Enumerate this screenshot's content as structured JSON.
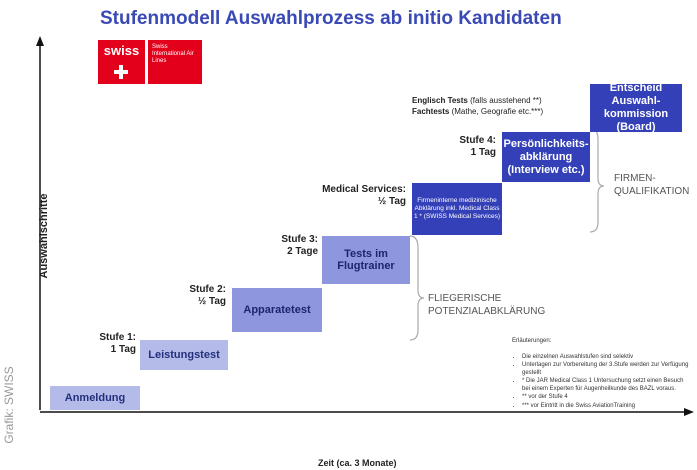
{
  "title": "Stufenmodell Auswahlprozess ab initio Kandidaten",
  "logo": {
    "word": "swiss",
    "airline_name": "Swiss International Air Lines"
  },
  "axes": {
    "y_label": "Auswahlschritte",
    "x_label": "Zeit (ca. 3 Monate)"
  },
  "credit": "Grafik: SWISS",
  "steps": [
    {
      "box": "Anmeldung"
    },
    {
      "box": "Leistungstest",
      "label": "Stufe 1:\n1 Tag"
    },
    {
      "box": "Apparatetest",
      "label": "Stufe 2:\n½ Tag"
    },
    {
      "box": "Tests im Flugtrainer",
      "label": "Stufe 3:\n2 Tage"
    },
    {
      "box": "Firmeninterne medizinische Abklärung inkl. Medical Class 1 * (SWISS Medical Services)",
      "label": "Medical Services:\n½ Tag"
    },
    {
      "box": "Persönlichkeits-abklärung (Interview etc.)",
      "label": "Stufe 4:\n1 Tag"
    },
    {
      "box": "Entscheid Auswahl-kommission (Board)"
    }
  ],
  "extra_tests": {
    "line1_bold": "Englisch Tests",
    "line1_rest": " (falls ausstehend **)",
    "line2_bold": "Fachtests",
    "line2_rest": " (Mathe, Geografie etc.***)"
  },
  "groups": {
    "firmen": "FIRMEN-\nQUALIFIKATION",
    "flieger": "FLIEGERISCHE\nPOTENZIALABKLÄRUNG"
  },
  "notes": {
    "heading": "Erläuterungen:",
    "items": [
      "Die einzelnen Auswahlstufen sind selektiv",
      "Unterlagen zur Vorbereitung der 3.Stufe werden zur Verfügung gestellt",
      "* Die JAR Medical Class 1 Untersuchung setzt einen Besuch bei einem Experten für Augenheilkunde des BAZL voraus.",
      "** vor der Stufe 4",
      "*** vor Eintritt in die Swiss AviationTraining"
    ]
  }
}
